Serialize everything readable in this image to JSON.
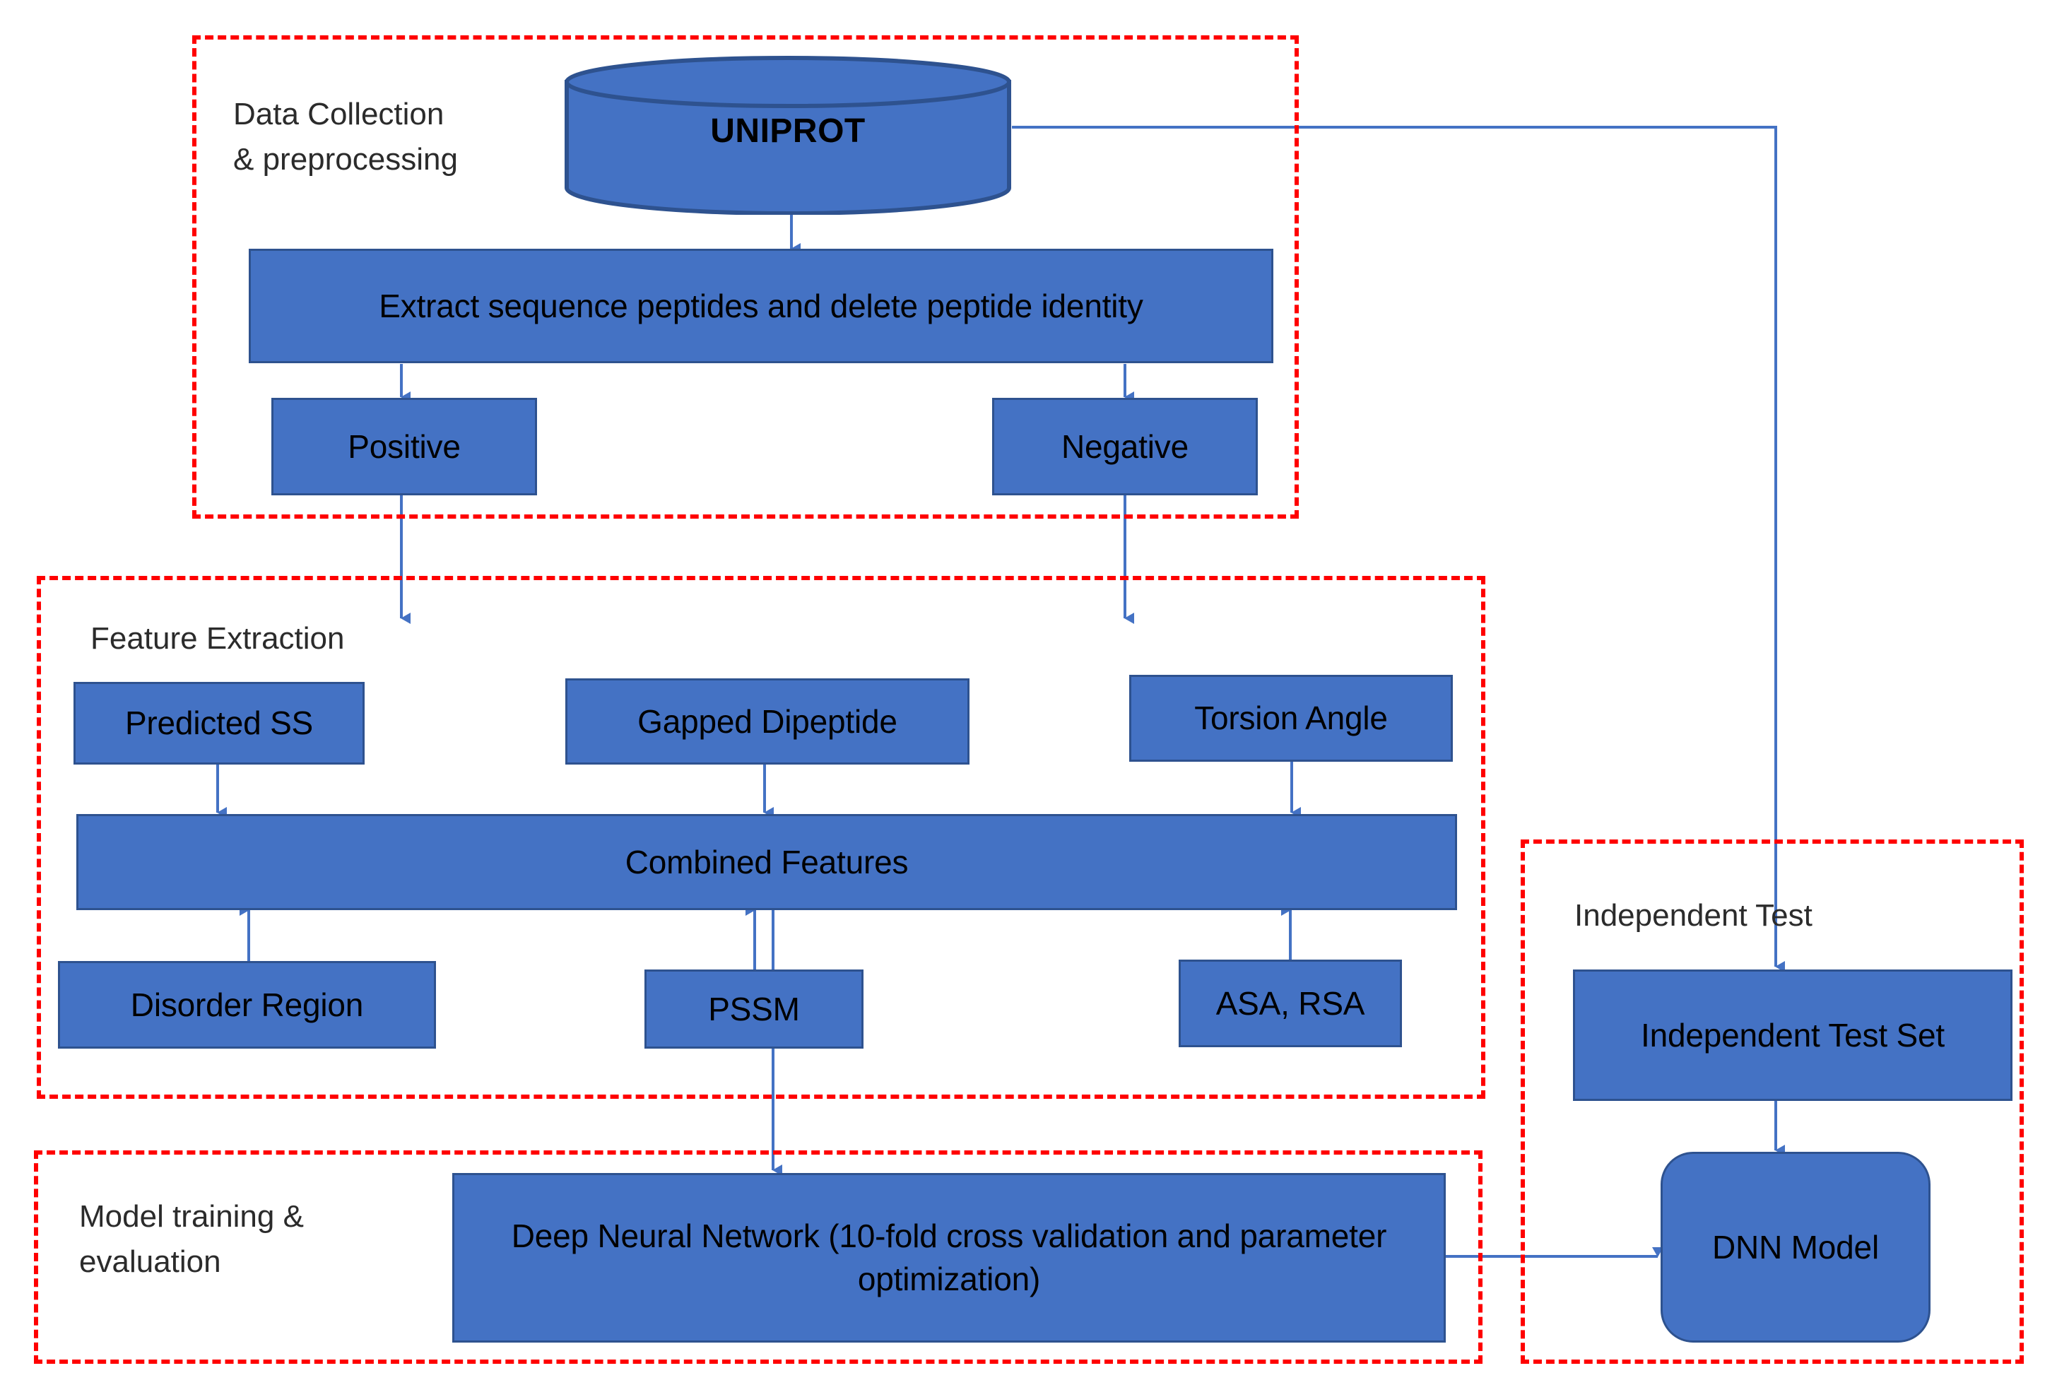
{
  "figure": {
    "title": "Deep neural network peptide prediction pipeline flowchart",
    "accent_blue": "#4472C4",
    "border_blue": "#2E528F",
    "dashed_red": "#FF0000",
    "connector_blue": "#4472C4"
  },
  "sections": [
    {
      "id": "data-collection",
      "label": "Data Collection\n& preprocessing"
    },
    {
      "id": "feature-extraction",
      "label": "Feature Extraction"
    },
    {
      "id": "model-training",
      "label": "Model training &\nevaluation"
    },
    {
      "id": "independent-test",
      "label": "Independent Test"
    }
  ],
  "nodes": {
    "uniprot": "UNIPROT",
    "extract": "Extract sequence peptides and delete peptide identity",
    "positive": "Positive",
    "negative": "Negative",
    "predicted_ss": "Predicted SS",
    "gapped_dipeptide": "Gapped Dipeptide",
    "torsion_angle": "Torsion Angle",
    "combined_features": "Combined Features",
    "disorder_region": "Disorder Region",
    "pssm": "PSSM",
    "asa_rsa": "ASA, RSA",
    "deep_neural_network": "Deep Neural Network (10-fold cross validation and parameter optimization)",
    "independent_test_set": "Independent Test Set",
    "dnn_model": "DNN Model"
  }
}
